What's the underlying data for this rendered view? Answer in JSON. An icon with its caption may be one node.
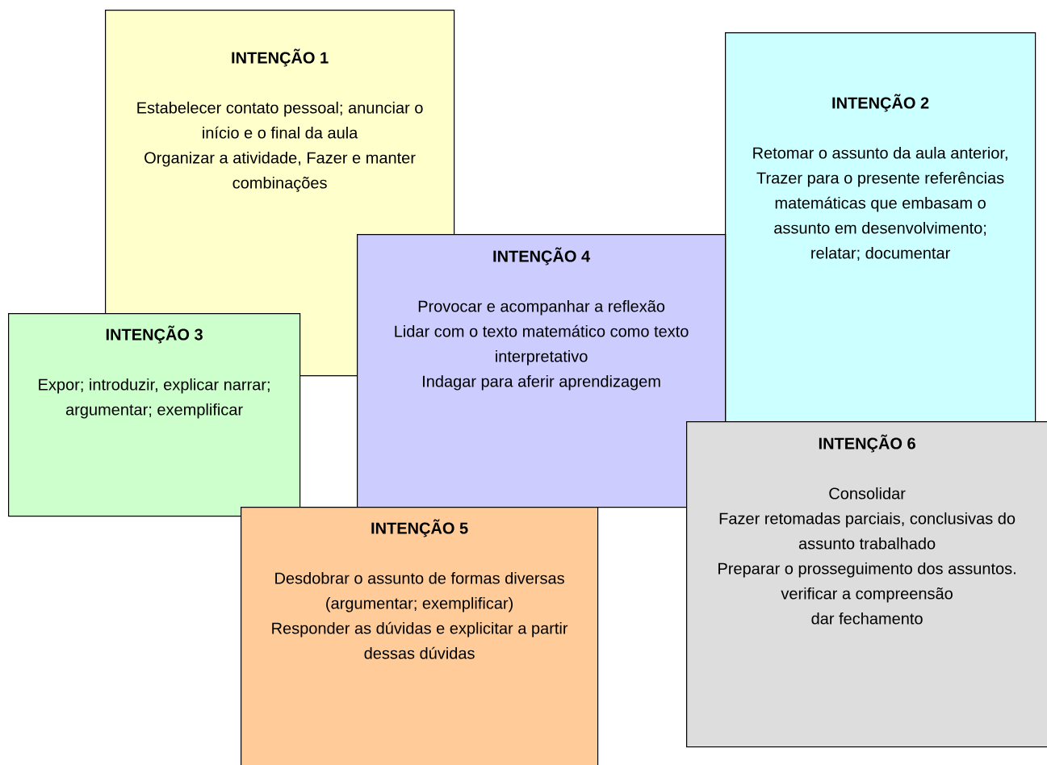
{
  "diagram": {
    "nodes": [
      {
        "text": [
          "INTENÇÃO 1",
          "Estabelecer contato pessoal; anunciar o início e o final da aula",
          "Organizar a atividade, Fazer e manter combinações"
        ]
      },
      {
        "text": [
          "INTENÇÃO 2",
          "Retomar o assunto da aula anterior, Trazer para o presente referências matemáticas que embasam o assunto em desenvolvimento; relatar; documentar"
        ]
      },
      {
        "text": [
          "INTENÇÃO 3",
          "Expor; introduzir, explicar narrar; argumentar; exemplificar"
        ]
      },
      {
        "text": [
          "INTENÇÃO 4",
          "Provocar e acompanhar a reflexão",
          "Lidar com o texto matemático como texto interpretativo",
          "Indagar para aferir aprendizagem"
        ]
      },
      {
        "text": [
          "INTENÇÃO 5",
          "Desdobrar o assunto de formas diversas (argumentar; exemplificar)",
          "Responder as dúvidas e explicitar a partir dessas dúvidas"
        ]
      },
      {
        "text": [
          "INTENÇÃO 6",
          "Consolidar",
          "Fazer retomadas parciais, conclusivas do assunto trabalhado",
          "Preparar o prosseguimento dos assuntos.",
          "verificar a compreensão",
          "dar fechamento"
        ]
      }
    ]
  }
}
